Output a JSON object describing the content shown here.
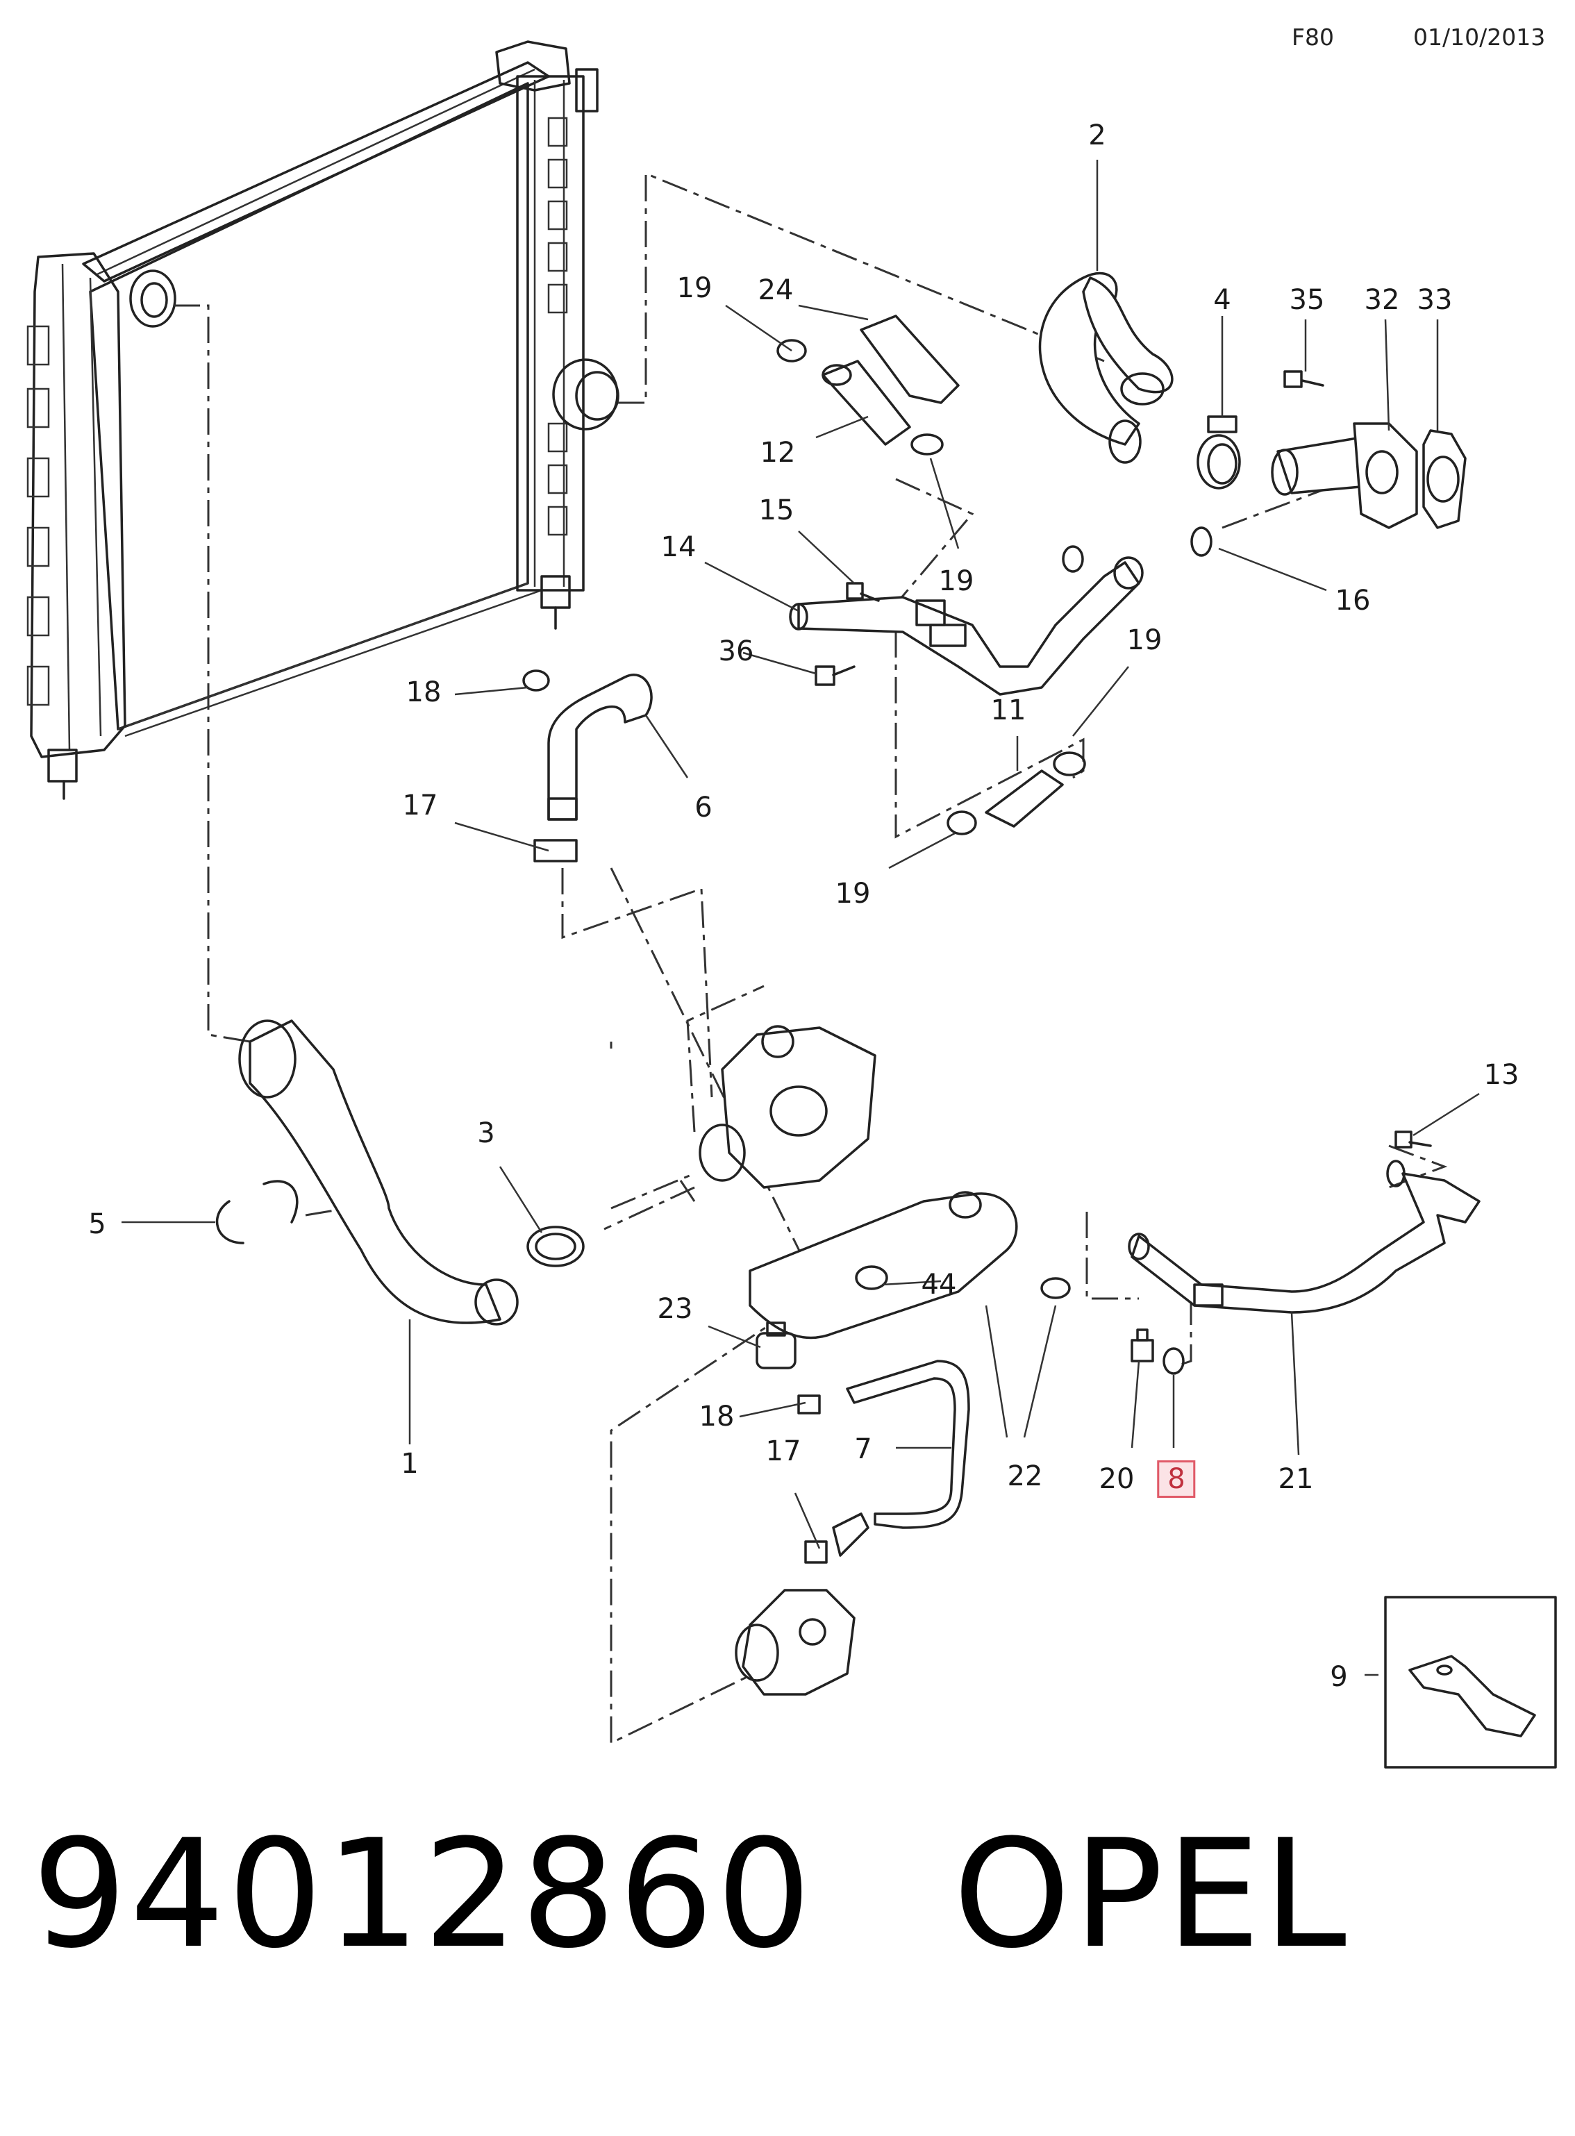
{
  "header": {
    "code": "F80",
    "date": "01/10/2013"
  },
  "callouts": [
    {
      "id": "c1",
      "label": "1"
    },
    {
      "id": "c2",
      "label": "2"
    },
    {
      "id": "c3",
      "label": "3"
    },
    {
      "id": "c4",
      "label": "4"
    },
    {
      "id": "c5",
      "label": "5"
    },
    {
      "id": "c6",
      "label": "6"
    },
    {
      "id": "c7",
      "label": "7"
    },
    {
      "id": "c8",
      "label": "8",
      "highlighted": true
    },
    {
      "id": "c9",
      "label": "9"
    },
    {
      "id": "c11",
      "label": "11"
    },
    {
      "id": "c12",
      "label": "12"
    },
    {
      "id": "c13",
      "label": "13"
    },
    {
      "id": "c14",
      "label": "14"
    },
    {
      "id": "c15",
      "label": "15"
    },
    {
      "id": "c16",
      "label": "16"
    },
    {
      "id": "c17a",
      "label": "17"
    },
    {
      "id": "c17b",
      "label": "17"
    },
    {
      "id": "c18a",
      "label": "18"
    },
    {
      "id": "c18b",
      "label": "18"
    },
    {
      "id": "c19a",
      "label": "19"
    },
    {
      "id": "c19b",
      "label": "19"
    },
    {
      "id": "c19c",
      "label": "19"
    },
    {
      "id": "c19d",
      "label": "19"
    },
    {
      "id": "c20",
      "label": "20"
    },
    {
      "id": "c21",
      "label": "21"
    },
    {
      "id": "c22",
      "label": "22"
    },
    {
      "id": "c23",
      "label": "23"
    },
    {
      "id": "c24",
      "label": "24"
    },
    {
      "id": "c32",
      "label": "32"
    },
    {
      "id": "c33",
      "label": "33"
    },
    {
      "id": "c35",
      "label": "35"
    },
    {
      "id": "c36",
      "label": "36"
    },
    {
      "id": "c44",
      "label": "44"
    }
  ],
  "caption": {
    "part_number": "94012860",
    "brand": "OPEL"
  },
  "colors": {
    "highlight_border": "#e05a68",
    "highlight_fill": "#fbe3e6",
    "line": "#222222"
  }
}
